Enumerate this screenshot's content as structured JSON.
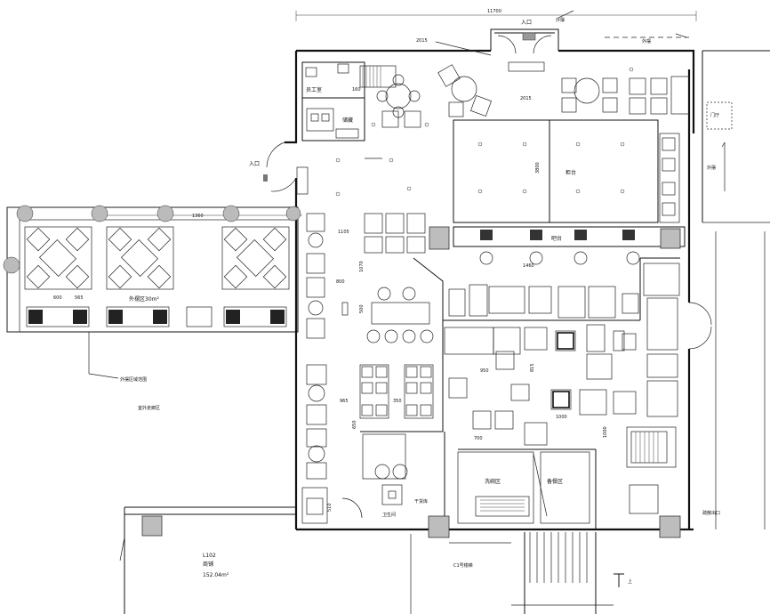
{
  "dimensions": {
    "top_width": "11700",
    "terrace_width": "1360",
    "d_2015": "2015",
    "d_3800": "3800",
    "d_1105": "1105",
    "d_1070": "1070",
    "d_800": "800",
    "d_600": "600",
    "d_565": "565",
    "d_500": "500",
    "d_950": "950",
    "d_815": "815",
    "d_965": "965",
    "d_650": "650",
    "d_350": "350",
    "d_1000a": "1000",
    "d_1000b": "1000",
    "d_700": "700",
    "d_1460": "1460",
    "d_2015_ext": "2015"
  },
  "labels": {
    "entrance_top": "入口",
    "entrance_left": "入口",
    "staff_room": "员工室",
    "storage": "储藏",
    "counter": "柜台",
    "bar": "吧台",
    "terrace": "外摆区30m²",
    "terrace_note": "外摆区域范围",
    "corridor_left": "室外走廊区",
    "kitchen_wash": "洗碗区",
    "kitchen_prep": "备餐区",
    "toilet": "卫生间",
    "dry_store": "干货库",
    "unit_code": "L102",
    "unit_name": "商铺",
    "unit_area": "152.04m²",
    "stair": "C1号楼梯",
    "exit": "疏散出口",
    "side_mark": "外摆",
    "right_note": "门厅",
    "up": "上"
  },
  "icons": [
    "north-arrow-icon",
    "door-swing-icon",
    "stair-icon",
    "column-icon"
  ]
}
